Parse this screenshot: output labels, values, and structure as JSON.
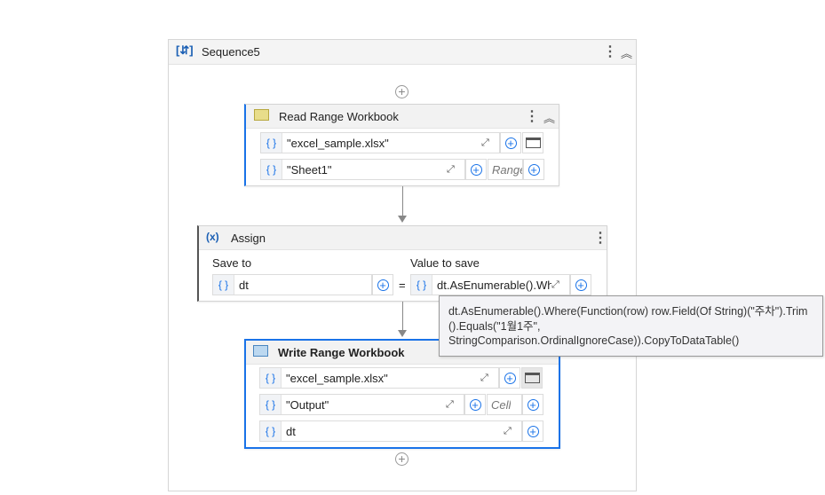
{
  "sequence": {
    "title": "Sequence5"
  },
  "read_range": {
    "title": "Read Range Workbook",
    "workbook": "\"excel_sample.xlsx\"",
    "sheet": "\"Sheet1\"",
    "range_placeholder": "Range"
  },
  "assign": {
    "title": "Assign",
    "save_to_label": "Save to",
    "value_label": "Value to save",
    "save_to": "dt",
    "equals": "=",
    "value": "dt.AsEnumerable().Wh"
  },
  "write_range": {
    "title": "Write Range Workbook",
    "workbook": "\"excel_sample.xlsx\"",
    "sheet": "\"Output\"",
    "cell_placeholder": "Cell",
    "datatable": "dt"
  },
  "tooltip": {
    "lines": [
      "dt.AsEnumerable().Where(Function(row) row.Field(Of String)(\"주차\").Trim",
      "().Equals(\"1월1주\",",
      "StringComparison.OrdinalIgnoreCase)).CopyToDataTable()"
    ]
  }
}
